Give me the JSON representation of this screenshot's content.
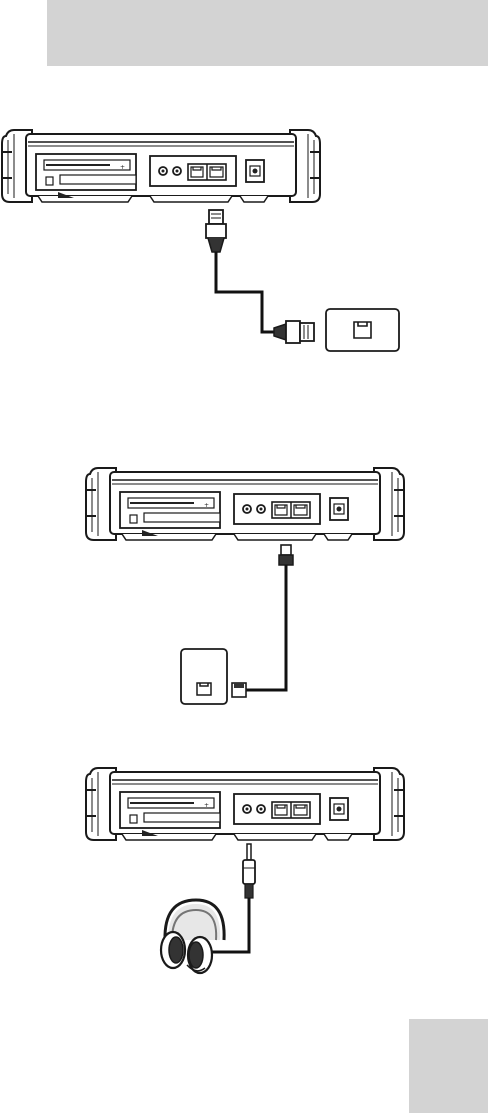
{
  "page": {
    "background": "#ffffff",
    "header_bar_color": "#d3d3d3",
    "page_tab_color": "#d3d3d3"
  },
  "colors": {
    "line": "#1a1a1a",
    "fill": "#ffffff",
    "cable": "#111111",
    "dark_fill": "#222222",
    "light_fill": "#cfcfcf"
  },
  "figures": [
    {
      "id": "lan-connection",
      "device": "rugged-laptop-rear-view",
      "cable": "ethernet-cable",
      "connector": "rj45-plug",
      "endpoint": "network-wall-outlet",
      "icons": [
        "laptop-icon",
        "rj45-plug-icon",
        "network-jack-icon"
      ]
    },
    {
      "id": "modem-connection",
      "device": "rugged-laptop-rear-view",
      "cable": "telephone-cable",
      "connector": "rj11-plug",
      "endpoint": "telephone-wall-outlet",
      "icons": [
        "laptop-icon",
        "rj11-plug-icon",
        "phone-jack-icon"
      ]
    },
    {
      "id": "headphone-connection",
      "device": "rugged-laptop-rear-view",
      "cable": "headphone-cable",
      "connector": "audio-jack-plug",
      "endpoint": "headphones",
      "icons": [
        "laptop-icon",
        "audio-plug-icon",
        "headphones-icon"
      ]
    }
  ]
}
